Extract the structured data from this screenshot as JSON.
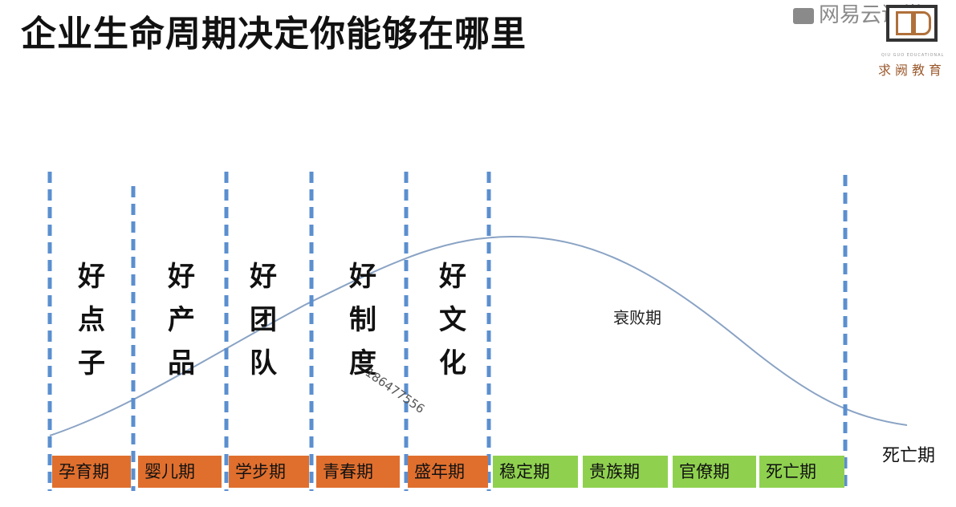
{
  "title": "企业生命周期决定你能够在哪里",
  "watermark": "网易云课堂",
  "logo": {
    "sub": "QIU GUO EDUCATIONAL",
    "name": "求阙教育"
  },
  "stages": [
    {
      "chars": [
        "好",
        "点",
        "子"
      ]
    },
    {
      "chars": [
        "好",
        "产",
        "品"
      ]
    },
    {
      "chars": [
        "好",
        "团",
        "队"
      ]
    },
    {
      "chars": [
        "好",
        "制",
        "度"
      ]
    },
    {
      "chars": [
        "好",
        "文",
        "化"
      ]
    }
  ],
  "decline_label": "衰败期",
  "death_label": "死亡期",
  "stamp_text": "186477556",
  "phases": [
    {
      "label": "孕育期",
      "color": "#e06f2e"
    },
    {
      "label": "婴儿期",
      "color": "#e06f2e"
    },
    {
      "label": "学步期",
      "color": "#e06f2e"
    },
    {
      "label": "青春期",
      "color": "#e06f2e"
    },
    {
      "label": "盛年期",
      "color": "#e06f2e"
    },
    {
      "label": "稳定期",
      "color": "#8fd14f"
    },
    {
      "label": "贵族期",
      "color": "#8fd14f"
    },
    {
      "label": "官僚期",
      "color": "#8fd14f"
    },
    {
      "label": "死亡期",
      "color": "#8fd14f"
    }
  ],
  "colors": {
    "divider": "#5b8fcf",
    "curve": "#8aa3c4"
  }
}
